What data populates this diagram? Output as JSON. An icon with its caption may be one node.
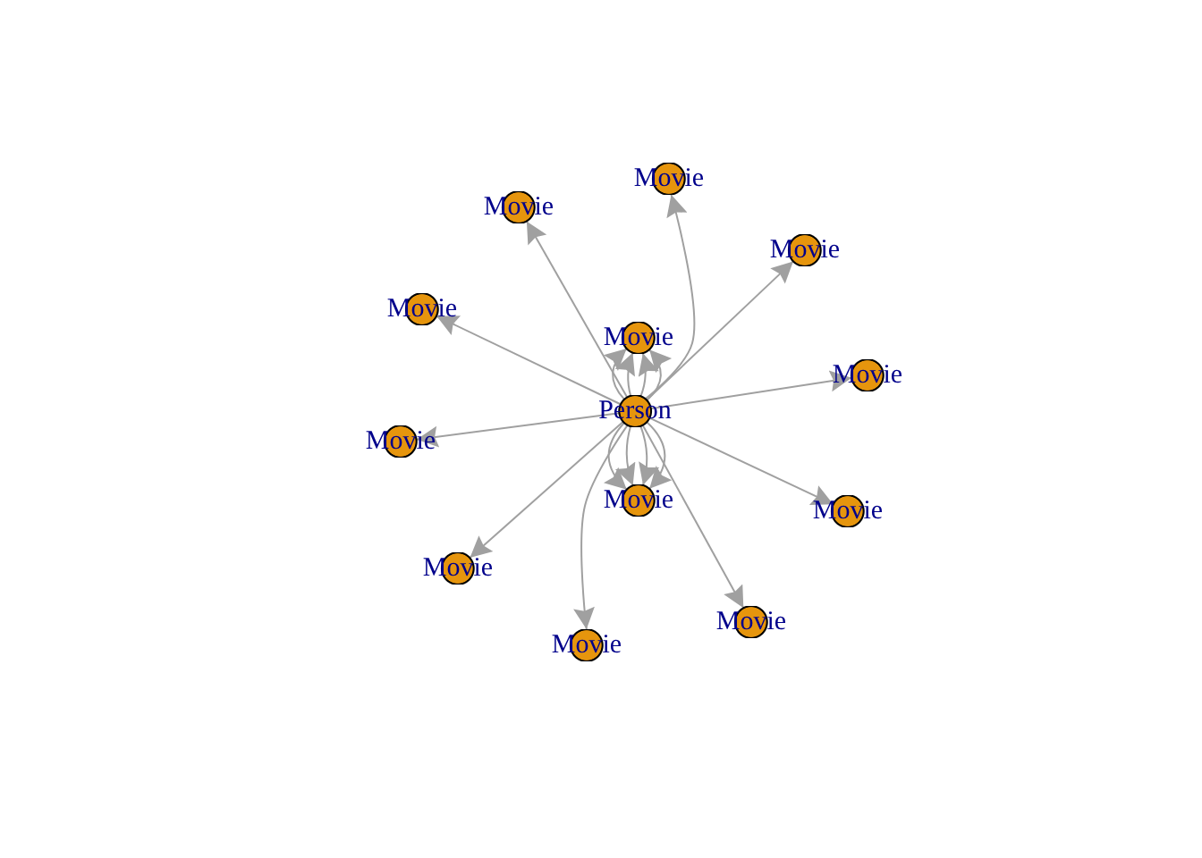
{
  "diagram": {
    "nodes": [
      {
        "text": [
          "Movie"
        ]
      },
      {
        "text": [
          "Movie"
        ]
      },
      {
        "text": [
          "Movie"
        ]
      },
      {
        "text": [
          "Movie"
        ]
      },
      {
        "text": [
          "Movie"
        ]
      },
      {
        "text": [
          "Movie"
        ]
      },
      {
        "text": [
          "Person"
        ]
      },
      {
        "text": [
          "Movie"
        ]
      },
      {
        "text": [
          "Movie"
        ]
      },
      {
        "text": [
          "Movie"
        ]
      },
      {
        "text": [
          "Movie"
        ]
      },
      {
        "text": [
          "Movie"
        ]
      },
      {
        "text": [
          "Movie"
        ]
      }
    ],
    "edges": [
      {
        "from": 6,
        "to": 0,
        "arrow": "to"
      },
      {
        "from": 6,
        "to": 1,
        "arrow": "to"
      },
      {
        "from": 6,
        "to": 2,
        "arrow": "to"
      },
      {
        "from": 6,
        "to": 3,
        "arrow": "to"
      },
      {
        "from": 6,
        "to": 4,
        "arrow": "to"
      },
      {
        "from": 6,
        "to": 4,
        "arrow": "to"
      },
      {
        "from": 6,
        "to": 4,
        "arrow": "to"
      },
      {
        "from": 6,
        "to": 4,
        "arrow": "to"
      },
      {
        "from": 6,
        "to": 5,
        "arrow": "to"
      },
      {
        "from": 6,
        "to": 7,
        "arrow": "to"
      },
      {
        "from": 6,
        "to": 8,
        "arrow": "to"
      },
      {
        "from": 6,
        "to": 8,
        "arrow": "to"
      },
      {
        "from": 6,
        "to": 8,
        "arrow": "to"
      },
      {
        "from": 6,
        "to": 8,
        "arrow": "to"
      },
      {
        "from": 6,
        "to": 9,
        "arrow": "to"
      },
      {
        "from": 6,
        "to": 10,
        "arrow": "to"
      },
      {
        "from": 6,
        "to": 11,
        "arrow": "to"
      },
      {
        "from": 6,
        "to": 12,
        "arrow": "to"
      }
    ]
  }
}
